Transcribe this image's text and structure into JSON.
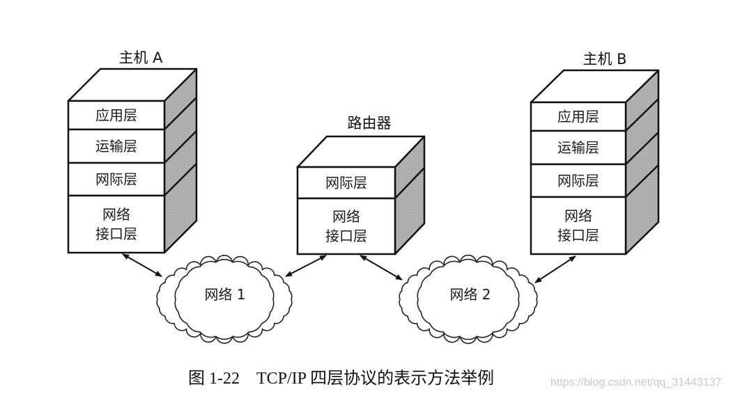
{
  "nodes": {
    "host_a": {
      "title": "主机 A",
      "layers": [
        "应用层",
        "运输层",
        "网际层",
        "网络|接口层"
      ]
    },
    "router": {
      "title": "路由器",
      "layers": [
        "网际层",
        "网络|接口层"
      ]
    },
    "host_b": {
      "title": "主机 B",
      "layers": [
        "应用层",
        "运输层",
        "网际层",
        "网络|接口层"
      ]
    }
  },
  "networks": {
    "net1": {
      "label": "网络 1"
    },
    "net2": {
      "label": "网络 2"
    }
  },
  "connections": [
    {
      "from": "host_a",
      "to": "net1"
    },
    {
      "from": "net1",
      "to": "router"
    },
    {
      "from": "router",
      "to": "net2"
    },
    {
      "from": "net2",
      "to": "host_b"
    }
  ],
  "caption": "图 1-22    TCP/IP 四层协议的表示方法举例",
  "watermark": "https://blog.csdn.net/qq_31443137",
  "colors": {
    "stroke": "#111111",
    "side_fill": "#a9a9a9",
    "face_fill": "#ffffff"
  }
}
